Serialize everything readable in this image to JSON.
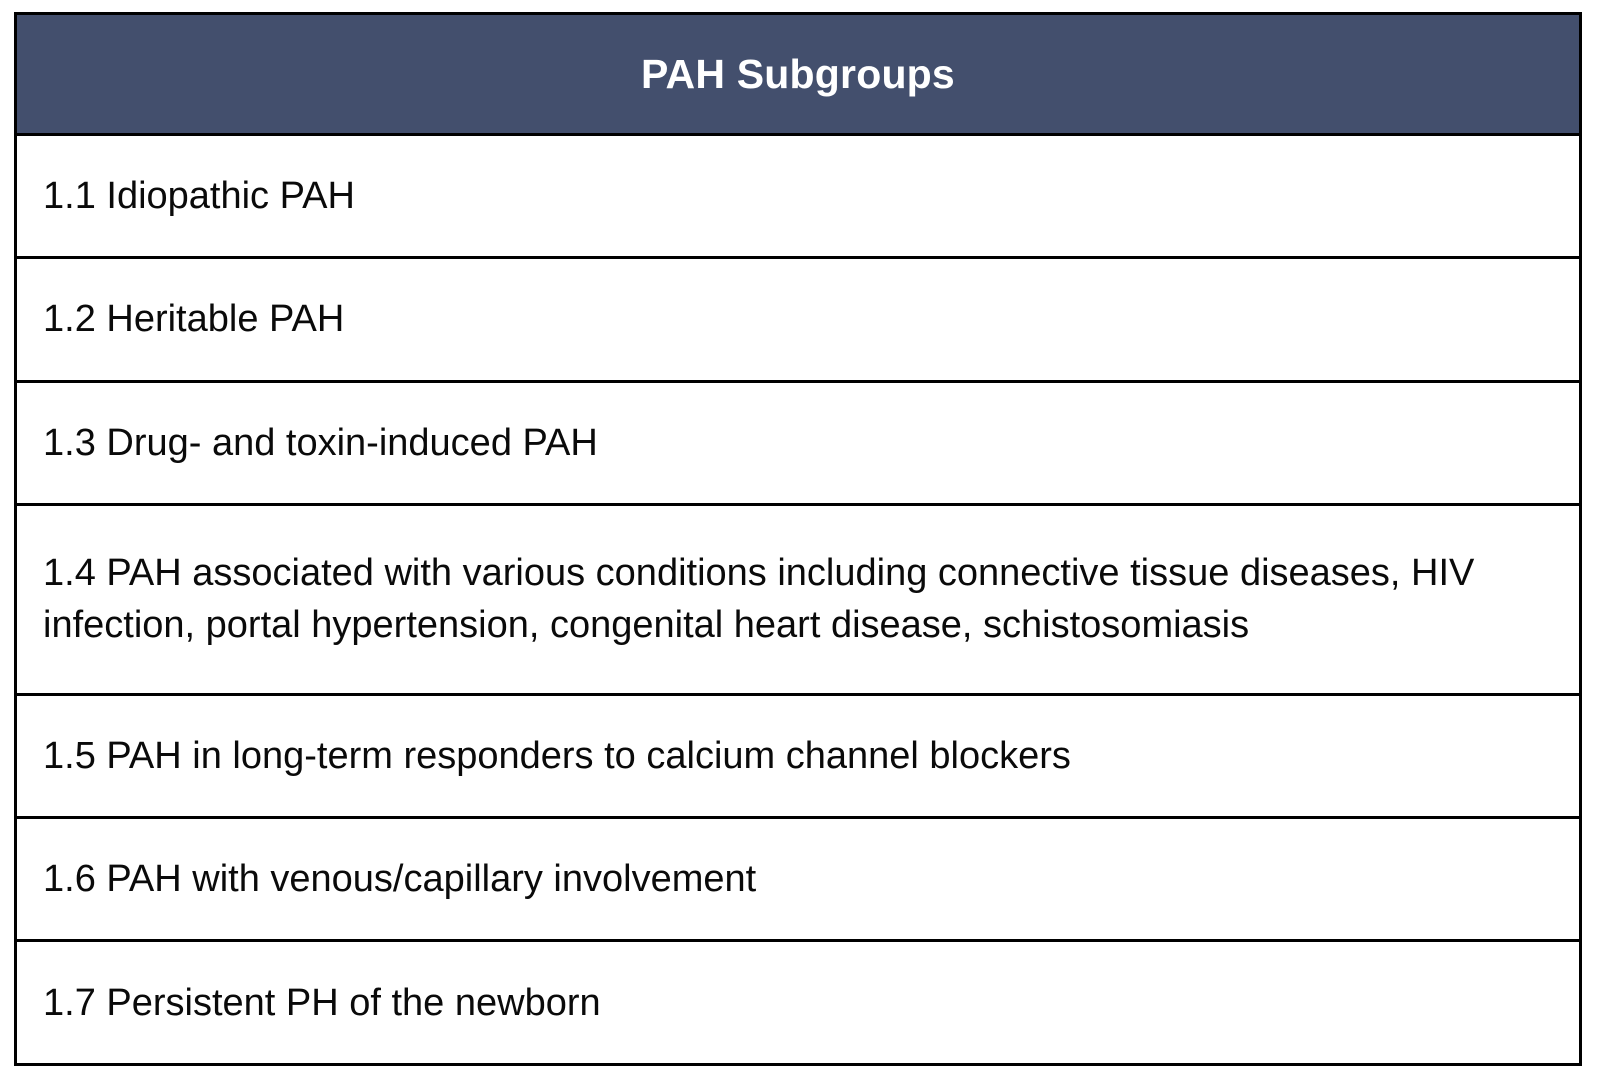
{
  "table": {
    "title": "PAH Subgroups",
    "header_background": "#434F6D",
    "header_text_color": "#FFFFFF",
    "border_color": "#000000",
    "row_background": "#FFFFFF",
    "row_text_color": "#0A0A0A",
    "rows": [
      {
        "id": "1.1",
        "label": "1.1 Idiopathic PAH"
      },
      {
        "id": "1.2",
        "label": "1.2 Heritable PAH"
      },
      {
        "id": "1.3",
        "label": "1.3 Drug- and toxin-induced PAH"
      },
      {
        "id": "1.4",
        "label": "1.4 PAH associated with various conditions including connective tissue diseases, HIV infection, portal hypertension, congenital heart disease, schistosomiasis"
      },
      {
        "id": "1.5",
        "label": "1.5 PAH in long-term responders to calcium channel blockers"
      },
      {
        "id": "1.6",
        "label": "1.6 PAH with venous/capillary involvement"
      },
      {
        "id": "1.7",
        "label": "1.7 Persistent PH of the newborn"
      }
    ]
  }
}
